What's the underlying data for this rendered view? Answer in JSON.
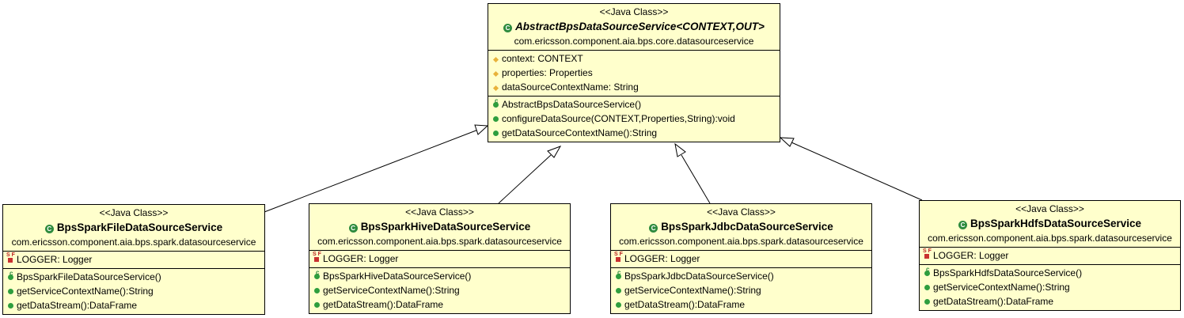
{
  "colors": {
    "class_fill": "#ffffcc",
    "line": "#000000",
    "class_icon": "#2e8b3e",
    "public_icon": "#2e9e3e",
    "protected_icon": "#e8b23a",
    "private_icon": "#c93030"
  },
  "abstract_class": {
    "stereotype": "<<Java Class>>",
    "name": "AbstractBpsDataSourceService<CONTEXT,OUT>",
    "package": "com.ericsson.component.aia.bps.core.datasourceservice",
    "attributes": [
      "context: CONTEXT",
      "properties: Properties",
      "dataSourceContextName: String"
    ],
    "operations": [
      "AbstractBpsDataSourceService()",
      "configureDataSource(CONTEXT,Properties,String):void",
      "getDataSourceContextName():String"
    ]
  },
  "subclasses": [
    {
      "stereotype": "<<Java Class>>",
      "name": "BpsSparkFileDataSourceService",
      "package": "com.ericsson.component.aia.bps.spark.datasourceservice",
      "attributes": [
        "LOGGER: Logger"
      ],
      "operations": [
        "BpsSparkFileDataSourceService()",
        "getServiceContextName():String",
        "getDataStream():DataFrame"
      ]
    },
    {
      "stereotype": "<<Java Class>>",
      "name": "BpsSparkHiveDataSourceService",
      "package": "com.ericsson.component.aia.bps.spark.datasourceservice",
      "attributes": [
        "LOGGER: Logger"
      ],
      "operations": [
        "BpsSparkHiveDataSourceService()",
        "getServiceContextName():String",
        "getDataStream():DataFrame"
      ]
    },
    {
      "stereotype": "<<Java Class>>",
      "name": "BpsSparkJdbcDataSourceService",
      "package": "com.ericsson.component.aia.bps.spark.datasourceservice",
      "attributes": [
        "LOGGER: Logger"
      ],
      "operations": [
        "BpsSparkJdbcDataSourceService()",
        "getServiceContextName():String",
        "getDataStream():DataFrame"
      ]
    },
    {
      "stereotype": "<<Java Class>>",
      "name": "BpsSparkHdfsDataSourceService",
      "package": "com.ericsson.component.aia.bps.spark.datasourceservice",
      "attributes": [
        "LOGGER: Logger"
      ],
      "operations": [
        "BpsSparkHdfsDataSourceService()",
        "getServiceContextName():String",
        "getDataStream():DataFrame"
      ]
    }
  ]
}
